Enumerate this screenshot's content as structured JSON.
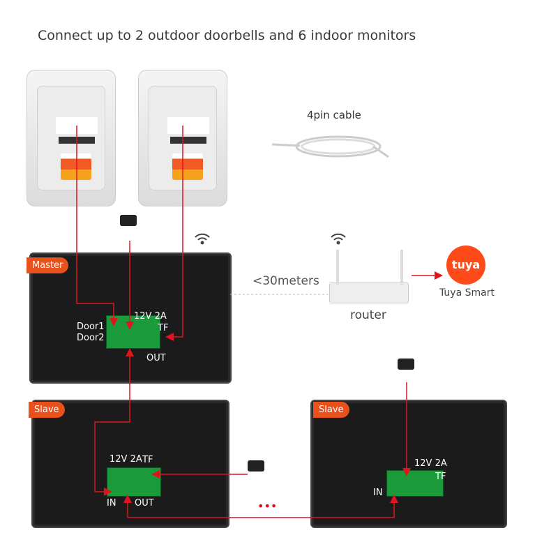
{
  "title": "Connect up to 2 outdoor doorbells and 6 indoor monitors",
  "cable_label": "4pin cable",
  "distance_label": "<30meters",
  "router_label": "router",
  "tuya": {
    "logo": "tuya",
    "label": "Tuya Smart",
    "color": "#ff4a1a"
  },
  "master": {
    "badge": "Master",
    "door1": "Door1",
    "door2": "Door2",
    "power": "12V 2A",
    "tf": "TF",
    "out": "OUT"
  },
  "slave1": {
    "badge": "Slave",
    "power": "12V 2A",
    "tf": "TF",
    "in": "IN",
    "out": "OUT"
  },
  "slave2": {
    "badge": "Slave",
    "power": "12V 2A",
    "tf": "TF",
    "in": "IN"
  },
  "dots": "•••",
  "colors": {
    "wire": "#e0141e",
    "badge": "#e8501c"
  }
}
